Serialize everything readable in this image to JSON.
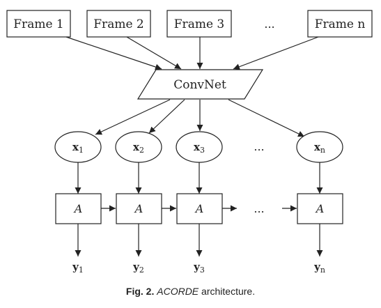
{
  "frames": [
    "Frame 1",
    "Frame 2",
    "Frame 3",
    "...",
    "Frame n"
  ],
  "convnet": "ConvNet",
  "x_nodes": [
    {
      "var": "x",
      "sub": "1"
    },
    {
      "var": "x",
      "sub": "2"
    },
    {
      "var": "x",
      "sub": "3"
    },
    {
      "var": "...",
      "sub": ""
    },
    {
      "var": "x",
      "sub": "n"
    }
  ],
  "a_nodes": [
    "A",
    "A",
    "A",
    "...",
    "A"
  ],
  "y_nodes": [
    {
      "var": "y",
      "sub": "1"
    },
    {
      "var": "y",
      "sub": "2"
    },
    {
      "var": "y",
      "sub": "3"
    },
    {
      "var": "",
      "sub": ""
    },
    {
      "var": "y",
      "sub": "n"
    }
  ],
  "caption": {
    "label": "Fig. 2.",
    "name": "ACORDE",
    "rest": "architecture."
  }
}
